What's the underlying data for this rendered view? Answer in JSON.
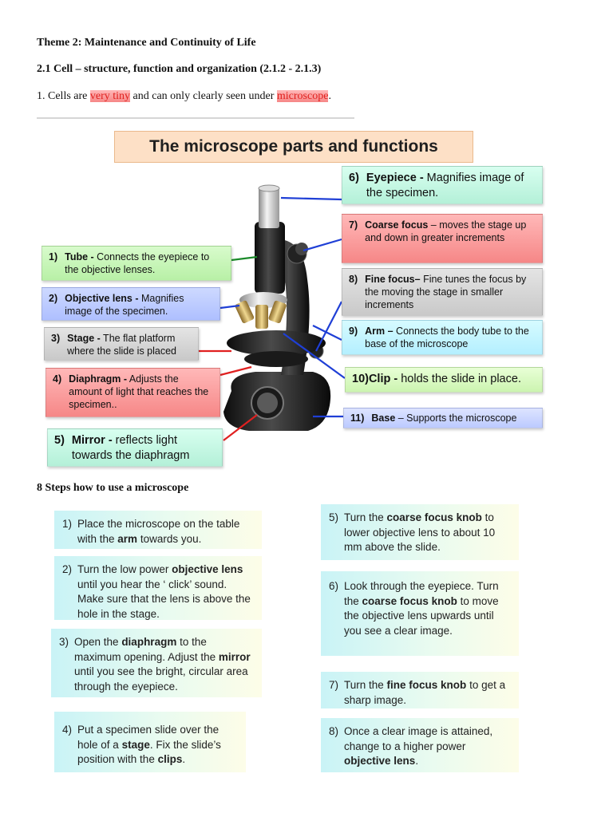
{
  "header": {
    "theme": "Theme 2: Maintenance and Continuity of Life",
    "section": "2.1 Cell – structure, function and organization (2.1.2 - 2.1.3)",
    "intro_prefix": "1. Cells are ",
    "intro_red1": "very tiny",
    "intro_mid": " and can only clearly seen under ",
    "intro_red2": "microscope",
    "intro_end": "."
  },
  "diagram": {
    "title": "The microscope parts and functions",
    "labels": {
      "tube": {
        "num": "1)",
        "name": "Tube -",
        "desc": " Connects the eyepiece to the objective lenses."
      },
      "objective": {
        "num": "2)",
        "name": "Objective lens -",
        "desc": " Magnifies image of the specimen."
      },
      "stage": {
        "num": "3)",
        "name": "Stage  -",
        "desc": " The flat platform where the slide is placed"
      },
      "diaphragm": {
        "num": "4)",
        "name": "Diaphragm -",
        "desc": " Adjusts the amount of light that reaches the specimen.."
      },
      "mirror": {
        "num": "5)",
        "name": "Mirror -",
        "desc": " reflects light towards the diaphragm"
      },
      "eyepiece": {
        "num": "6)",
        "name": "Eyepiece -",
        "desc": " Magnifies image of the specimen."
      },
      "coarse": {
        "num": "7)",
        "name": "Coarse focus",
        "desc": " – moves the stage up and down in greater increments"
      },
      "fine": {
        "num": "8)",
        "name": "Fine focus–",
        "desc": " Fine tunes the focus by the moving the stage in smaller increments"
      },
      "arm": {
        "num": "9)",
        "name": "Arm –",
        "desc": " Connects the body tube to the base of the microscope"
      },
      "clip": {
        "num": "",
        "name": "10)Clip -",
        "desc": " holds the slide in place."
      },
      "base": {
        "num": "11)",
        "name": "Base",
        "desc": " – Supports the microscope"
      }
    },
    "colors": {
      "pointer_blue": "#1f3fd6",
      "pointer_red": "#e02020"
    }
  },
  "steps": {
    "heading": "8 Steps how to use a microscope",
    "s1": {
      "num": "1)",
      "t1": "Place the microscope on the table with the ",
      "b1": "arm",
      "t2": " towards you.",
      "b2": "",
      "t3": ""
    },
    "s2": {
      "num": "2)",
      "t1": "Turn the low power ",
      "b1": "objective lens",
      "t2": " until you hear the ‘ click’ sound. Make sure that the lens is above the hole in the stage.",
      "b2": "",
      "t3": ""
    },
    "s3": {
      "num": "3)",
      "t1": "Open the ",
      "b1": "diaphragm",
      "t2": " to the maximum opening. Adjust the ",
      "b2": "mirror",
      "t3": " until you see the bright, circular area through the eyepiece."
    },
    "s4": {
      "num": "4)",
      "t1": "Put a specimen slide over the hole of a ",
      "b1": "stage",
      "t2": ". Fix the slide’s position with the ",
      "b2": "clips",
      "t3": "."
    },
    "s5": {
      "num": "5)",
      "t1": "Turn the ",
      "b1": "coarse focus knob",
      "t2": " to lower objective lens to about 10 mm above the slide.",
      "b2": "",
      "t3": ""
    },
    "s6": {
      "num": "6)",
      "t1": "Look through the eyepiece. Turn the ",
      "b1": "coarse focus knob",
      "t2": " to move the objective lens upwards until you see a clear image.",
      "b2": "",
      "t3": ""
    },
    "s7": {
      "num": "7)",
      "t1": "Turn the ",
      "b1": "fine focus knob",
      "t2": " to get a sharp image.",
      "b2": "",
      "t3": ""
    },
    "s8": {
      "num": "8)",
      "t1": "Once a clear image is attained, change to a higher power ",
      "b1": "objective lens",
      "t2": ".",
      "b2": "",
      "t3": ""
    }
  }
}
